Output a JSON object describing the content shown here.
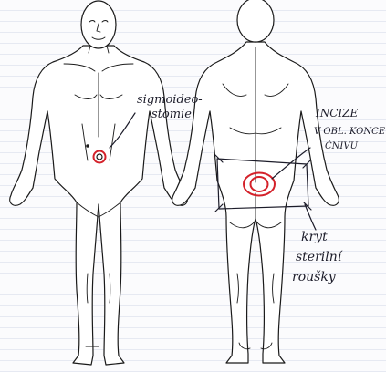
{
  "labels": {
    "stoma": [
      "sigmoideo-",
      "stomie"
    ],
    "incision": [
      "INCIZE",
      "V OBL. KONCE",
      "ČNIVU"
    ],
    "drapes": [
      "kryt",
      "sterilní",
      "roušky"
    ]
  },
  "colors": {
    "ink": "#1c1c2a",
    "mark": "#d4212a"
  }
}
